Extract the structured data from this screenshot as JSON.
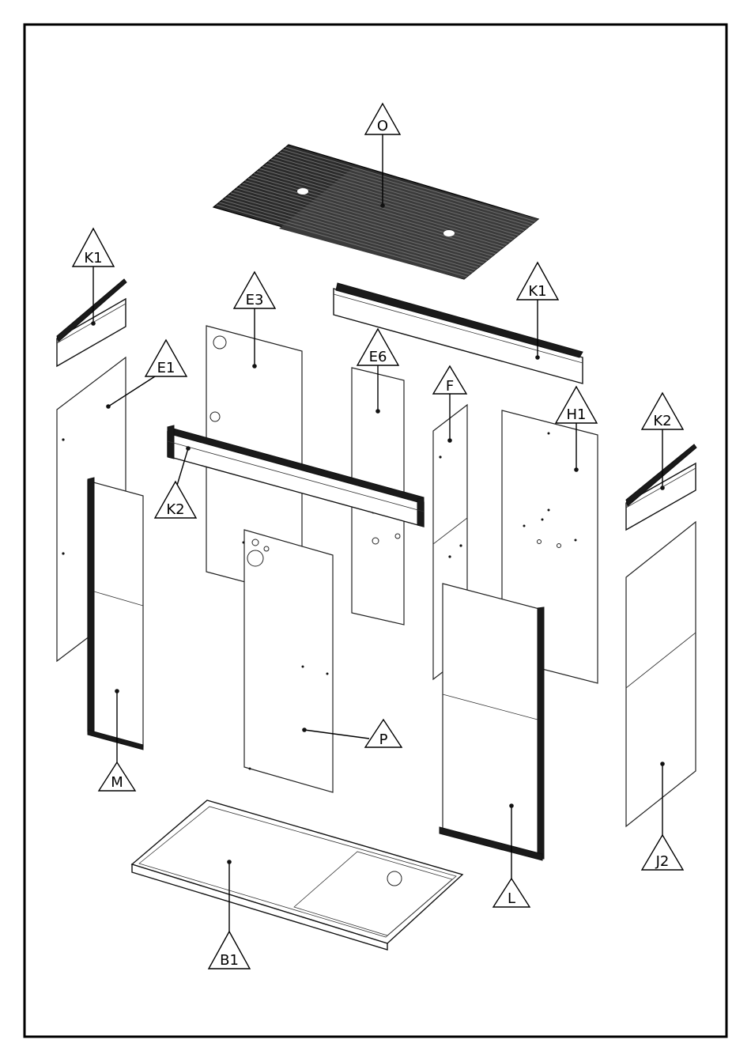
{
  "labels": {
    "O": "O",
    "K1_left": "K1",
    "K1_right": "K1",
    "E3": "E3",
    "E1": "E1",
    "E6": "E6",
    "F": "F",
    "H1": "H1",
    "K2_right": "K2",
    "K2_left": "K2",
    "P": "P",
    "M": "M",
    "L": "L",
    "J2": "J2",
    "B1": "B1"
  }
}
